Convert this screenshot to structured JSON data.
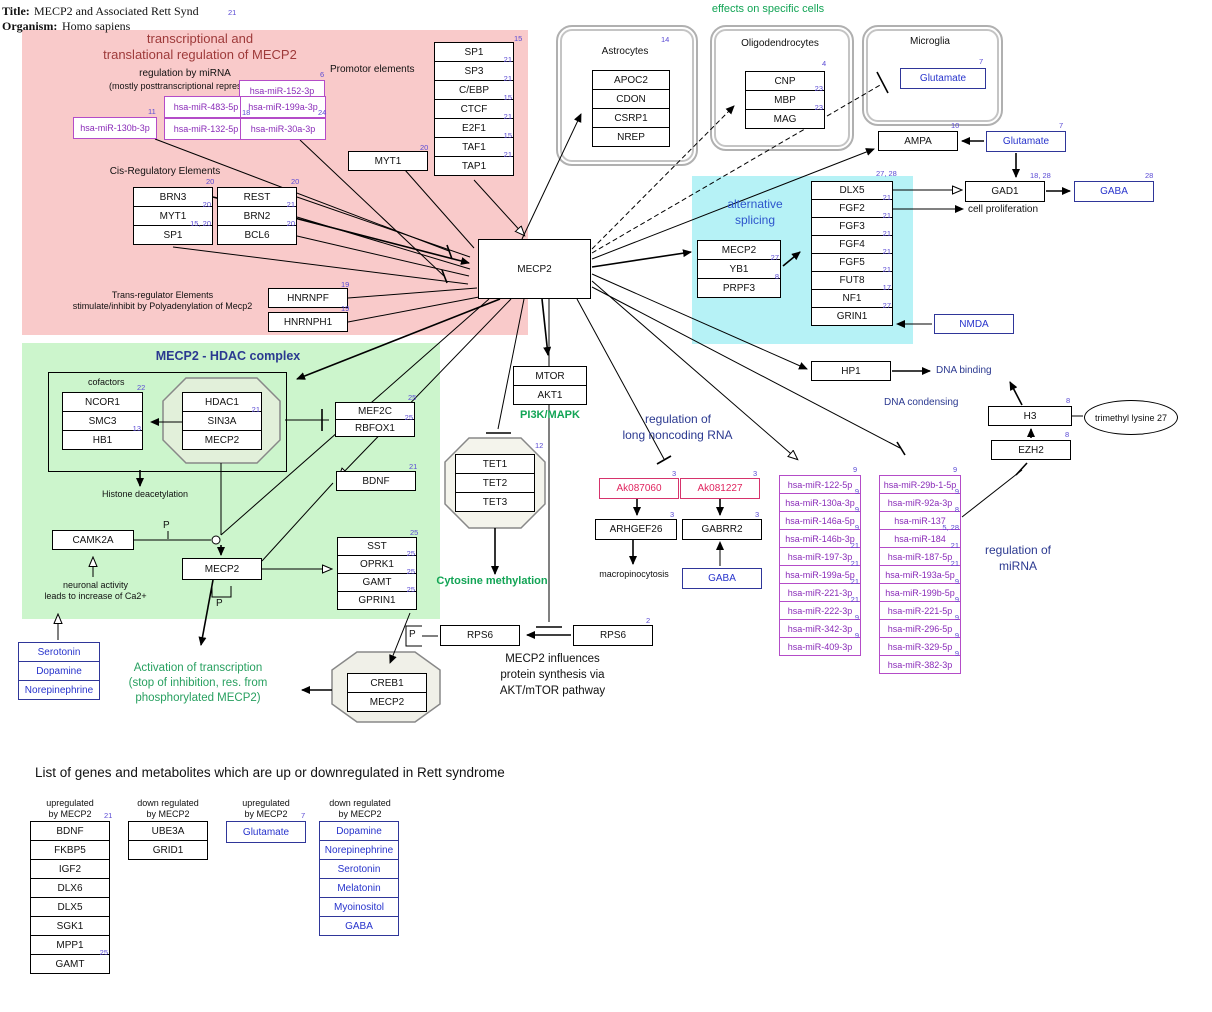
{
  "header": {
    "title_label": "Title:",
    "title": "MECP2 and Associated Rett Synd",
    "title_ref": "21",
    "organism_label": "Organism:",
    "organism": "Homo sapiens"
  },
  "colors": {
    "pink_region": "#f9caca",
    "green_region": "#ccf5cc",
    "cyan_region": "#b6f2f6",
    "mirna_purple": "#8a2bb8",
    "metabolite_blue": "#2733cc",
    "rna_pink": "#e0255f",
    "label_green": "#12a455",
    "label_navy": "#2b3990",
    "title_maroon": "#9e3a3a",
    "reference_purple": "#5b4bd4"
  },
  "pink": {
    "title1": "transcriptional and",
    "title2": "translational regulation of MECP2",
    "note1": "regulation by miRNA",
    "note2": "(mostly posttranscriptional repression)",
    "mir152": {
      "label": "hsa-miR-152-3p",
      "ref": "6"
    },
    "mir483": {
      "label": "hsa-miR-483-5p",
      "ref": "18"
    },
    "mir199": {
      "label": "hsa-miR-199a-3p",
      "ref": "24"
    },
    "mir130": {
      "label": "hsa-miR-130b-3p",
      "ref": "11"
    },
    "mir132": {
      "label": "hsa-miR-132-5p"
    },
    "mir30": {
      "label": "hsa-miR-30a-3p"
    },
    "promotor_label": "Promotor elements",
    "promoters_ref": "15",
    "promoters": [
      {
        "label": "SP1",
        "ref": "21"
      },
      {
        "label": "SP3",
        "ref": "21"
      },
      {
        "label": "C/EBP",
        "ref": "15"
      },
      {
        "label": "CTCF",
        "ref": "21"
      },
      {
        "label": "E2F1",
        "ref": "15"
      },
      {
        "label": "TAF1",
        "ref": "21"
      },
      {
        "label": "TAP1"
      }
    ],
    "myt1": {
      "label": "MYT1",
      "ref": "20"
    },
    "cis_label": "Cis-Regulatory Elements",
    "cis1_ref": "20",
    "cis1": [
      {
        "label": "BRN3",
        "ref": "20"
      },
      {
        "label": "MYT1",
        "ref": "15, 20"
      },
      {
        "label": "SP1"
      }
    ],
    "cis2_ref": "20",
    "cis2": [
      {
        "label": "REST",
        "ref": "21"
      },
      {
        "label": "BRN2",
        "ref": "20"
      },
      {
        "label": "BCL6"
      }
    ],
    "trans1": "Trans-regulator Elements",
    "trans2": "stimulate/inhibit by Polyadenylation of Mecp2",
    "hnrnpf": {
      "label": "HNRNPF",
      "ref": "19"
    },
    "hnrnph1": {
      "label": "HNRNPH1",
      "ref": "19"
    }
  },
  "center": {
    "mecp2": "MECP2"
  },
  "cells": {
    "title": "effects on specific cells",
    "astro_name": "Astrocytes",
    "astro_ref": "14",
    "astro": [
      {
        "label": "APOC2"
      },
      {
        "label": "CDON"
      },
      {
        "label": "CSRP1"
      },
      {
        "label": "NREP"
      }
    ],
    "oligo_name": "Oligodendrocytes",
    "oligo_ref": "4",
    "oligo": [
      {
        "label": "CNP",
        "ref": "23"
      },
      {
        "label": "MBP",
        "ref": "23"
      },
      {
        "label": "MAG"
      }
    ],
    "micro_name": "Microglia",
    "micro_glutamate": {
      "label": "Glutamate",
      "ref": "7"
    }
  },
  "right": {
    "ampa": {
      "label": "AMPA",
      "ref": "10"
    },
    "glutamate": {
      "label": "Glutamate",
      "ref": "7"
    },
    "gad1": {
      "label": "GAD1",
      "ref": "18, 28"
    },
    "gaba": {
      "label": "GABA",
      "ref": "28"
    },
    "cell_proliferation": "cell proliferation",
    "splice1": "alternative",
    "splice2": "splicing",
    "splice": [
      {
        "label": "MECP2",
        "ref": "27"
      },
      {
        "label": "YB1",
        "ref": "8"
      },
      {
        "label": "PRPF3"
      }
    ],
    "dlx_ref": "27, 28",
    "dlx": [
      {
        "label": "DLX5",
        "ref": "21"
      },
      {
        "label": "FGF2",
        "ref": "21"
      },
      {
        "label": "FGF3",
        "ref": "21"
      },
      {
        "label": "FGF4",
        "ref": "21"
      },
      {
        "label": "FGF5",
        "ref": "21"
      },
      {
        "label": "FUT8",
        "ref": "17"
      },
      {
        "label": "NF1",
        "ref": "27"
      },
      {
        "label": "GRIN1"
      }
    ],
    "nmda": "NMDA",
    "hp1": "HP1",
    "dna_binding": "DNA binding",
    "dna_condensing": "DNA condensing",
    "h3": {
      "label": "H3",
      "ref": "8"
    },
    "ezh2": {
      "label": "EZH2",
      "ref": "8"
    },
    "trimethyl": "trimethyl lysine 27"
  },
  "lnc": {
    "title1": "regulation of",
    "title2": "long noncoding RNA",
    "ak1": {
      "label": "Ak087060",
      "ref": "3"
    },
    "ak2": {
      "label": "Ak081227",
      "ref": "3"
    },
    "arhgef26": {
      "label": "ARHGEF26",
      "ref": "3"
    },
    "gabrr2": {
      "label": "GABRR2",
      "ref": "3"
    },
    "macropinocytosis": "macropinocytosis",
    "gaba": "GABA"
  },
  "mir": {
    "title1": "regulation of",
    "title2": "miRNA",
    "col1_ref": "9",
    "col1": [
      {
        "label": "hsa-miR-122-5p",
        "ref": "9"
      },
      {
        "label": "hsa-miR-130a-3p",
        "ref": "9"
      },
      {
        "label": "hsa-miR-146a-5p",
        "ref": "9"
      },
      {
        "label": "hsa-miR-146b-3p",
        "ref": "21"
      },
      {
        "label": "hsa-miR-197-3p",
        "ref": "21"
      },
      {
        "label": "hsa-miR-199a-5p",
        "ref": "21"
      },
      {
        "label": "hsa-miR-221-3p",
        "ref": "21"
      },
      {
        "label": "hsa-miR-222-3p",
        "ref": "9"
      },
      {
        "label": "hsa-miR-342-3p",
        "ref": "9"
      },
      {
        "label": "hsa-miR-409-3p"
      }
    ],
    "col2_ref": "9",
    "col2": [
      {
        "label": "hsa-miR-29b-1-5p",
        "ref": "9"
      },
      {
        "label": "hsa-miR-92a-3p",
        "ref": "8"
      },
      {
        "label": "hsa-miR-137",
        "ref": "5, 28"
      },
      {
        "label": "hsa-miR-184",
        "ref": "21"
      },
      {
        "label": "hsa-miR-187-5p",
        "ref": "21"
      },
      {
        "label": "hsa-miR-193a-5p",
        "ref": "9"
      },
      {
        "label": "hsa-miR-199b-5p",
        "ref": "9"
      },
      {
        "label": "hsa-miR-221-5p",
        "ref": "9"
      },
      {
        "label": "hsa-miR-296-5p",
        "ref": "9"
      },
      {
        "label": "hsa-miR-329-5p",
        "ref": "9"
      },
      {
        "label": "hsa-miR-382-3p"
      }
    ]
  },
  "pi3k": {
    "items": [
      {
        "label": "MTOR"
      },
      {
        "label": "AKT1"
      }
    ],
    "label": "PI3K/MAPK"
  },
  "tet": {
    "ref": "12",
    "items": [
      {
        "label": "TET1"
      },
      {
        "label": "TET2"
      },
      {
        "label": "TET3"
      }
    ],
    "label": "Cytosine methylation"
  },
  "green": {
    "title": "MECP2 - HDAC complex",
    "cofactors_label": "cofactors",
    "cofactors_ref": "22",
    "cofactors": [
      {
        "label": "NCOR1"
      },
      {
        "label": "SMC3",
        "ref": "13"
      },
      {
        "label": "HB1"
      }
    ],
    "hdac": [
      {
        "label": "HDAC1",
        "ref": "21"
      },
      {
        "label": "SIN3A"
      },
      {
        "label": "MECP2"
      }
    ],
    "histone": "Histone deacetylation",
    "mef_ref": "25",
    "mef": [
      {
        "label": "MEF2C",
        "ref": "25"
      },
      {
        "label": "RBFOX1"
      }
    ],
    "bdnf": {
      "label": "BDNF",
      "ref": "21"
    },
    "camk2a": "CAMK2A",
    "p_label": "P",
    "mecp2": "MECP2",
    "p2_label": "P",
    "neuronal1": "neuronal activity",
    "neuronal2": "leads to increase of Ca2+",
    "sst_ref": "25",
    "sst": [
      {
        "label": "SST",
        "ref": "25"
      },
      {
        "label": "OPRK1",
        "ref": "25"
      },
      {
        "label": "GAMT",
        "ref": "25"
      },
      {
        "label": "GPRIN1"
      }
    ],
    "metabolites": [
      {
        "label": "Serotonin"
      },
      {
        "label": "Dopamine"
      },
      {
        "label": "Norepinephrine"
      }
    ],
    "activation1": "Activation of transcription",
    "activation2": "(stop of inhibition, res. from",
    "activation3": "phosphorylated MECP2)",
    "creb": [
      {
        "label": "CREB1"
      },
      {
        "label": "MECP2"
      }
    ]
  },
  "bottom": {
    "p_label": "P",
    "rps6a": "RPS6",
    "rps6b": {
      "label": "RPS6",
      "ref": "2"
    },
    "note1": "MECP2 influences",
    "note2": "protein synthesis via",
    "note3": "AKT/mTOR pathway"
  },
  "list": {
    "title": "List of genes and metabolites which are up or downregulated in Rett syndrome",
    "col1_h1": "upregulated",
    "col1_h2": "by MECP2",
    "col1_ref": "21",
    "col1": [
      {
        "label": "BDNF"
      },
      {
        "label": "FKBP5"
      },
      {
        "label": "IGF2"
      },
      {
        "label": "DLX6"
      },
      {
        "label": "DLX5"
      },
      {
        "label": "SGK1"
      },
      {
        "label": "MPP1",
        "ref": "25"
      },
      {
        "label": "GAMT"
      }
    ],
    "col2_h1": "down regulated",
    "col2_h2": "by MECP2",
    "col2": [
      {
        "label": "UBE3A"
      },
      {
        "label": "GRID1"
      }
    ],
    "col3_h1": "upregulated",
    "col3_h2": "by MECP2",
    "col3_ref": "7",
    "col3": [
      {
        "label": "Glutamate"
      }
    ],
    "col4_h1": "down regulated",
    "col4_h2": "by MECP2",
    "col4": [
      {
        "label": "Dopamine"
      },
      {
        "label": "Norepinephrine"
      },
      {
        "label": "Serotonin"
      },
      {
        "label": "Melatonin"
      },
      {
        "label": "Myoinositol"
      },
      {
        "label": "GABA"
      }
    ]
  }
}
